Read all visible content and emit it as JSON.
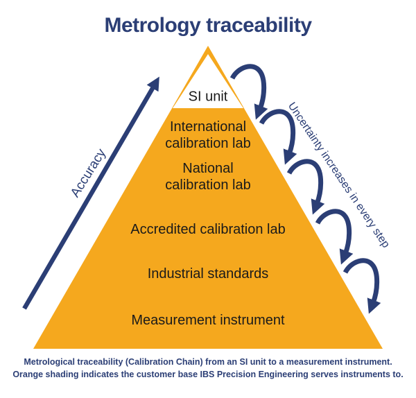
{
  "title": "Metrology traceability",
  "pyramid": {
    "apex_label": "SI unit",
    "levels": [
      {
        "line1": "International",
        "line2": "calibration lab"
      },
      {
        "line1": "National",
        "line2": "calibration lab"
      },
      {
        "line1": "Accredited calibration lab",
        "line2": ""
      },
      {
        "line1": "Industrial standards",
        "line2": ""
      },
      {
        "line1": "Measurement instrument",
        "line2": ""
      }
    ]
  },
  "annotations": {
    "left_arrow_label": "Accuracy",
    "right_arrows_label": "Uncertainty increases in every step",
    "right_arrow_count": 5
  },
  "caption": {
    "line1": "Metrological traceability (Calibration Chain) from an SI unit to a measurement instrument.",
    "line2": "Orange shading indicates the customer base IBS Precision Engineering serves instruments to."
  },
  "colors": {
    "orange": "#F5A81E",
    "dark_blue": "#2B3E75",
    "text_black": "#1A1A1A",
    "background": "#FFFFFF"
  }
}
